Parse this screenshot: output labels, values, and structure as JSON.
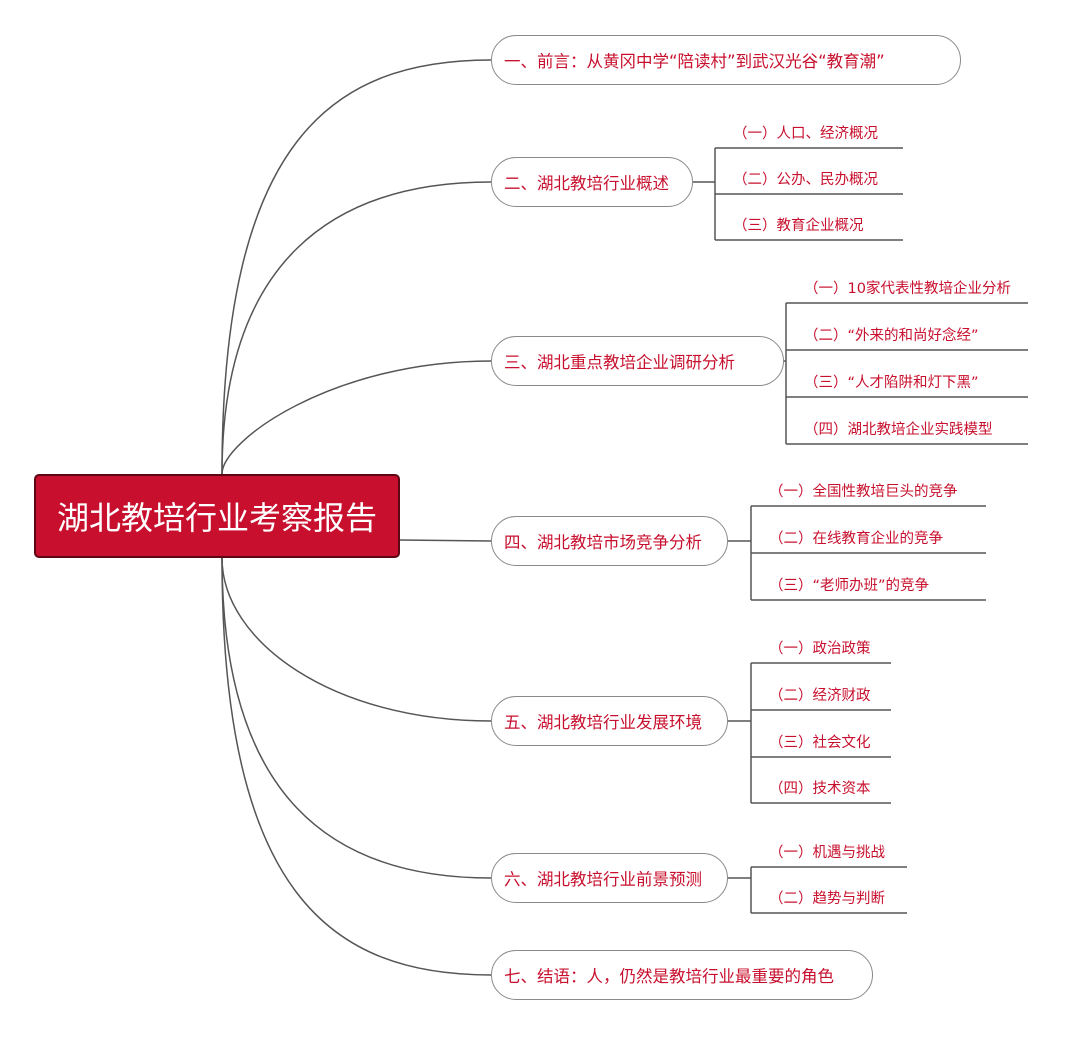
{
  "title": "湖北教培行业考察报告",
  "colors": {
    "accent": "#c8102e",
    "root_border": "#5e0714",
    "connector": "#555555",
    "branch_border": "#8a8a8a",
    "background": "#ffffff"
  },
  "branches": [
    {
      "label": "一、前言：从黄冈中学“陪读村”到武汉光谷“教育潮”",
      "children": []
    },
    {
      "label": "二、湖北教培行业概述",
      "children": [
        "（一）人口、经济概况",
        "（二）公办、民办概况",
        "（三）教育企业概况"
      ]
    },
    {
      "label": "三、湖北重点教培企业调研分析",
      "children": [
        "（一）10家代表性教培企业分析",
        "（二）“外来的和尚好念经”",
        "（三）“人才陷阱和灯下黑”",
        "（四）湖北教培企业实践模型"
      ]
    },
    {
      "label": "四、湖北教培市场竞争分析",
      "children": [
        "（一）全国性教培巨头的竞争",
        "（二）在线教育企业的竞争",
        "（三）“老师办班”的竞争"
      ]
    },
    {
      "label": "五、湖北教培行业发展环境",
      "children": [
        "（一）政治政策",
        "（二）经济财政",
        "（三）社会文化",
        "（四）技术资本"
      ]
    },
    {
      "label": "六、湖北教培行业前景预测",
      "children": [
        "（一）机遇与挑战",
        "（二）趋势与判断"
      ]
    },
    {
      "label": "七、结语：人，仍然是教培行业最重要的角色",
      "children": []
    }
  ]
}
